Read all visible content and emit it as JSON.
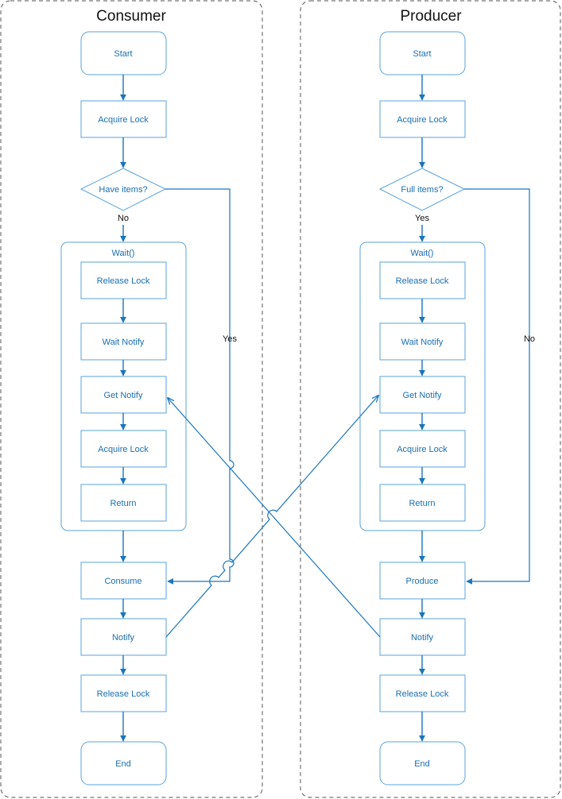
{
  "lanes": {
    "consumer": {
      "title": "Consumer",
      "start": "Start",
      "acquire_lock": "Acquire Lock",
      "decision": "Have items?",
      "decision_no": "No",
      "decision_yes": "Yes",
      "wait_group": "Wait()",
      "release_lock_inner": "Release Lock",
      "wait_notify": "Wait Notify",
      "get_notify": "Get Notify",
      "acquire_lock_inner": "Acquire Lock",
      "return": "Return",
      "action": "Consume",
      "notify": "Notify",
      "release_lock": "Release Lock",
      "end": "End"
    },
    "producer": {
      "title": "Producer",
      "start": "Start",
      "acquire_lock": "Acquire Lock",
      "decision": "Full items?",
      "decision_yes": "Yes",
      "decision_no": "No",
      "wait_group": "Wait()",
      "release_lock_inner": "Release Lock",
      "wait_notify": "Wait Notify",
      "get_notify": "Get Notify",
      "acquire_lock_inner": "Acquire Lock",
      "return": "Return",
      "action": "Produce",
      "notify": "Notify",
      "release_lock": "Release Lock",
      "end": "End"
    }
  },
  "colors": {
    "node_border": "#5aa3dc",
    "node_text": "#1a6fb3",
    "edge": "#1a75bc",
    "lane_border": "#555555"
  }
}
